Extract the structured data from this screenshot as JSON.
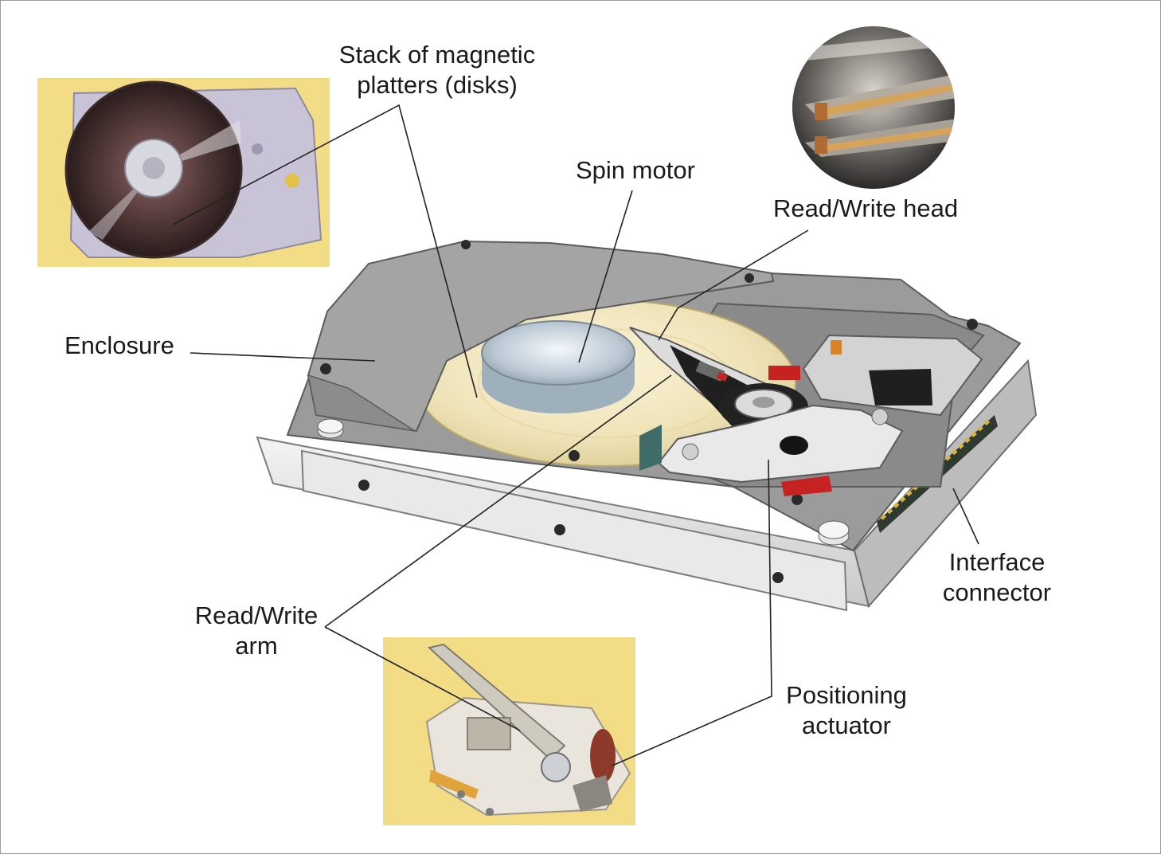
{
  "labels": {
    "platters": [
      "Stack of magnetic",
      "platters (disks)"
    ],
    "spin_motor": "Spin motor",
    "rw_head": "Read/Write head",
    "enclosure": "Enclosure",
    "interface": [
      "Interface",
      "connector"
    ],
    "rw_arm": [
      "Read/Write",
      "arm"
    ],
    "actuator": [
      "Positioning",
      "actuator"
    ]
  },
  "colors": {
    "casing": "#9b9b9b",
    "platter": "#efe3b8",
    "photo_background": "#f2dd86",
    "leader_line": "#222222",
    "magnet": "#c62222"
  }
}
